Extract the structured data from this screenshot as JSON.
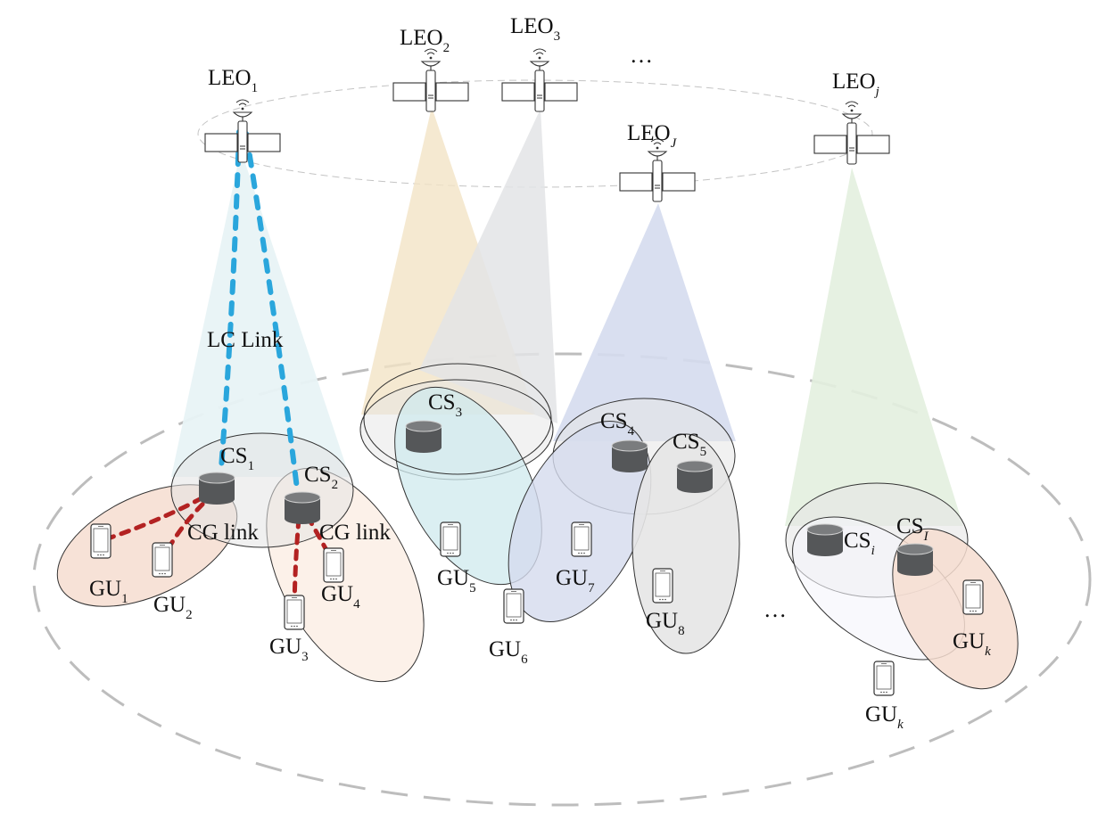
{
  "colors": {
    "lc_link": "#2aa6dc",
    "cg_link": "#b32222",
    "server": "#555759",
    "beam1": "#e8f3f6",
    "beam2": "#f3e3c6",
    "beam3": "#e6e7e9",
    "beamJ": "#d5dbee",
    "beamj": "#e3efdf",
    "ground_ring": "#bdbdbd",
    "orbit": "#bdbdbd"
  },
  "satellites": [
    {
      "id": "leo1",
      "base": "LEO",
      "sub": "1",
      "sub_italic": false
    },
    {
      "id": "leo2",
      "base": "LEO",
      "sub": "2",
      "sub_italic": false
    },
    {
      "id": "leo3",
      "base": "LEO",
      "sub": "3",
      "sub_italic": false
    },
    {
      "id": "leoJ",
      "base": "LEO",
      "sub": "J",
      "sub_italic": true
    },
    {
      "id": "leoj",
      "base": "LEO",
      "sub": "j",
      "sub_italic": true
    }
  ],
  "cache_servers": [
    {
      "id": "cs1",
      "base": "CS",
      "sub": "1",
      "sub_italic": false
    },
    {
      "id": "cs2",
      "base": "CS",
      "sub": "2",
      "sub_italic": false
    },
    {
      "id": "cs3",
      "base": "CS",
      "sub": "3",
      "sub_italic": false
    },
    {
      "id": "cs4",
      "base": "CS",
      "sub": "4",
      "sub_italic": false
    },
    {
      "id": "cs5",
      "base": "CS",
      "sub": "5",
      "sub_italic": false
    },
    {
      "id": "csi",
      "base": "CS",
      "sub": "i",
      "sub_italic": true
    },
    {
      "id": "csI",
      "base": "CS",
      "sub": "I",
      "sub_italic": true
    }
  ],
  "ground_users": [
    {
      "id": "gu1",
      "base": "GU",
      "sub": "1",
      "sub_italic": false
    },
    {
      "id": "gu2",
      "base": "GU",
      "sub": "2",
      "sub_italic": false
    },
    {
      "id": "gu3",
      "base": "GU",
      "sub": "3",
      "sub_italic": false
    },
    {
      "id": "gu4",
      "base": "GU",
      "sub": "4",
      "sub_italic": false
    },
    {
      "id": "gu5",
      "base": "GU",
      "sub": "5",
      "sub_italic": false
    },
    {
      "id": "gu6",
      "base": "GU",
      "sub": "6",
      "sub_italic": false
    },
    {
      "id": "gu7",
      "base": "GU",
      "sub": "7",
      "sub_italic": false
    },
    {
      "id": "gu8",
      "base": "GU",
      "sub": "8",
      "sub_italic": false
    },
    {
      "id": "guk_a",
      "base": "GU",
      "sub": "k",
      "sub_italic": true
    },
    {
      "id": "guk_b",
      "base": "GU",
      "sub": "k",
      "sub_italic": true
    }
  ],
  "links": {
    "lc_label": "LC Link",
    "cg_label_1": "CG link",
    "cg_label_2": "CG link"
  },
  "ellipsis": {
    "top": "…",
    "bottom": "…"
  }
}
